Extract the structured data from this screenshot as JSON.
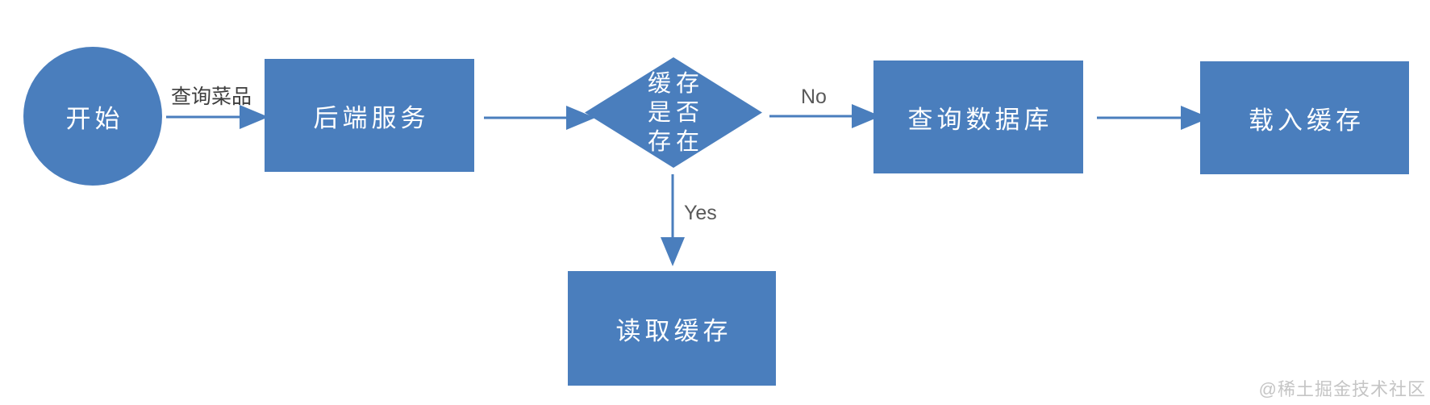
{
  "diagram": {
    "type": "flowchart",
    "nodes": [
      {
        "id": "start",
        "shape": "circle",
        "label": "开始"
      },
      {
        "id": "backend-service",
        "shape": "rect",
        "label": "后端服务"
      },
      {
        "id": "cache-exists",
        "shape": "diamond",
        "label": "缓存是否存在",
        "label_lines": [
          "缓存",
          "是否",
          "存在"
        ]
      },
      {
        "id": "query-database",
        "shape": "rect",
        "label": "查询数据库"
      },
      {
        "id": "load-cache",
        "shape": "rect",
        "label": "载入缓存"
      },
      {
        "id": "read-cache",
        "shape": "rect",
        "label": "读取缓存"
      }
    ],
    "edges": [
      {
        "from": "start",
        "to": "backend-service",
        "label": "查询菜品"
      },
      {
        "from": "backend-service",
        "to": "cache-exists",
        "label": ""
      },
      {
        "from": "cache-exists",
        "to": "query-database",
        "label": "No"
      },
      {
        "from": "query-database",
        "to": "load-cache",
        "label": ""
      },
      {
        "from": "cache-exists",
        "to": "read-cache",
        "label": "Yes"
      }
    ],
    "colors": {
      "node_fill": "#4a7ebd",
      "node_text": "#ffffff",
      "arrow": "#4a7ebd",
      "edge_label_cn_text": "#3d3d3d",
      "edge_label_en_text": "#595959",
      "watermark_text": "#c5c5c5"
    }
  },
  "watermark": "@稀土掘金技术社区"
}
